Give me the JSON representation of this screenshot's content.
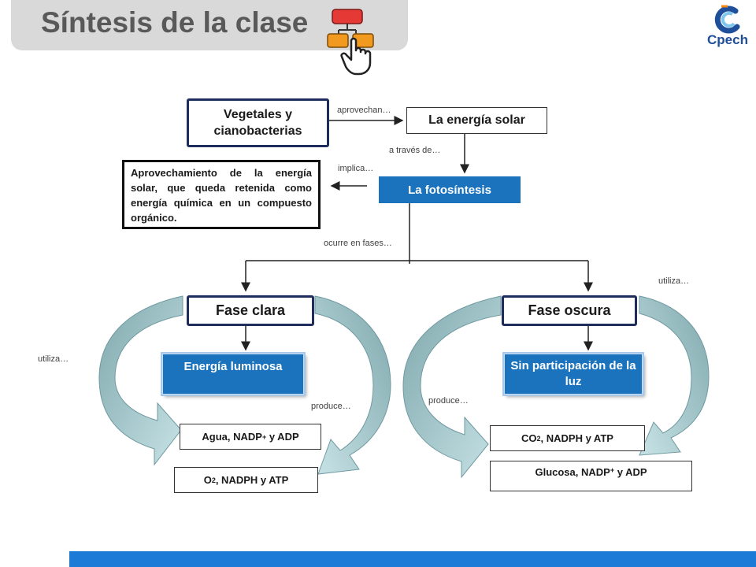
{
  "header": {
    "title": "Síntesis de la clase",
    "brand": "Cpech",
    "title_icon": "hand-clicking-diagram-icon",
    "brand_colors": {
      "blue": "#1f4e9a",
      "light_blue": "#7ec6ee",
      "orange": "#f08a1c"
    }
  },
  "diagram": {
    "nodes": {
      "vegetales": "Vegetales y cianobacterias",
      "energia_solar": "La energía solar",
      "fotosintesis": "La fotosíntesis",
      "aprovechamiento": "Aprovechamiento de la energía solar, que queda retenida como energía química en un compuesto orgánico.",
      "fase_clara": "Fase clara",
      "fase_oscura": "Fase oscura",
      "energia_luminosa": "Energía luminosa",
      "sin_luz": "Sin participación de la luz",
      "clara_in_prefix": "Agua, NADP",
      "clara_in_sup": "+",
      "clara_in_suffix": " y ADP",
      "clara_out_prefix": "O",
      "clara_out_sub": "2",
      "clara_out_suffix": ", NADPH y ATP",
      "oscura_in_prefix": "CO",
      "oscura_in_sub": "2",
      "oscura_in_suffix": ", NADPH y ATP",
      "oscura_out_prefix": "Glucosa, NADP",
      "oscura_out_sup": "+",
      "oscura_out_suffix": " y ADP"
    },
    "connectors": {
      "aprovechan": "aprovechan…",
      "a_traves": "a través de…",
      "implica": "implica…",
      "ocurre": "ocurre en fases…",
      "utiliza_left": "utiliza…",
      "produce_left": "produce…",
      "produce_right": "produce…",
      "utiliza_right": "utiliza…"
    },
    "colors": {
      "node_blue": "#1b73be",
      "navy_border": "#1f2d5c",
      "curved_arrow": "#7fa8ad",
      "curved_arrow_light": "#c8e3e6"
    }
  }
}
